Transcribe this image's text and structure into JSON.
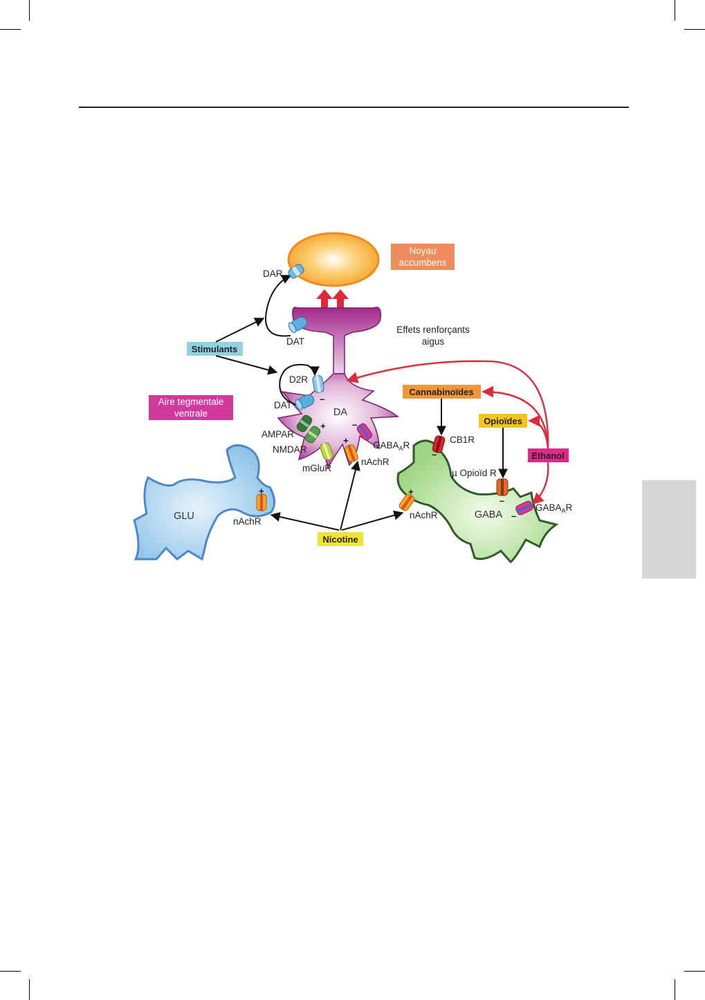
{
  "legend_boxes": {
    "noyau_accumbens": {
      "line1": "Noyau",
      "line2": "accumbens",
      "color": "#ef8c5c"
    },
    "aire_tegmentale": {
      "line1": "Aire tegmentale",
      "line2": "ventrale",
      "color": "#d2399c"
    }
  },
  "annotation": {
    "line1": "Effets renforçants",
    "line2": "aigus"
  },
  "cells": {
    "da": "DA",
    "glu": "GLU",
    "gaba": "GABA"
  },
  "drugs": {
    "stimulants": {
      "label": "Stimulants",
      "color": "#8fd3e0"
    },
    "cannabinoides": {
      "label": "Cannabinoïdes",
      "color": "#f0953a"
    },
    "opioides": {
      "label": "Opioïdes",
      "color": "#f6c51c"
    },
    "ethanol": {
      "label": "Ethanol",
      "color": "#e0288a"
    },
    "nicotine": {
      "label": "Nicotine",
      "color": "#f2e32e"
    }
  },
  "receptors": {
    "dar": "DAR",
    "dat_top": "DAT",
    "d2r": "D2R",
    "dat_mid": "DAT",
    "ampar": "AMPAR",
    "nmdar": "NMDAR",
    "mglur": "mGluR",
    "nachr_da": "nAchR",
    "gabaar_da": {
      "main": "GABA",
      "sub": "A",
      "tail": "R"
    },
    "cb1r": "CB1R",
    "mu_opioid": "µ Opioïd R",
    "gabaar_gaba": {
      "main": "GABA",
      "sub": "A",
      "tail": "R"
    },
    "nachr_glu": "nAchR",
    "nachr_gaba": "nAchR"
  },
  "signs": {
    "plus": "+",
    "minus": "–"
  },
  "colors": {
    "accumbens_fill": "#f9b13a",
    "accumbens_stroke": "#f08a1c",
    "da_neuron": "#a3288c",
    "glu_neuron": "#a9d4ef",
    "glu_stroke": "#4f86c6",
    "gaba_neuron": "#b9e4a3",
    "gaba_stroke": "#2f5a2a",
    "red_arrow": "#e02a39",
    "black_arrow": "#111111"
  }
}
